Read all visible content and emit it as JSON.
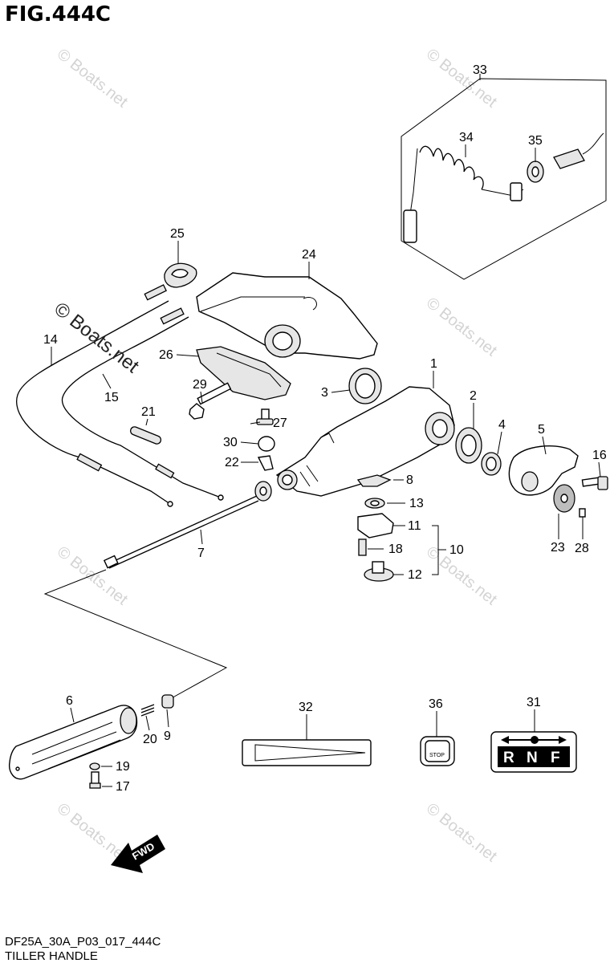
{
  "figure": {
    "title": "FIG.444C",
    "drawing_code": "DF25A_30A_P03_017_444C",
    "caption": "TILLER HANDLE"
  },
  "watermark": {
    "text": "© Boats.net"
  },
  "callouts": [
    "1",
    "2",
    "3",
    "4",
    "5",
    "6",
    "7",
    "8",
    "9",
    "10",
    "11",
    "12",
    "13",
    "14",
    "15",
    "16",
    "17",
    "18",
    "19",
    "20",
    "21",
    "22",
    "23",
    "24",
    "25",
    "26",
    "27",
    "28",
    "29",
    "30",
    "31",
    "32",
    "33",
    "34",
    "35",
    "36"
  ],
  "decals": {
    "stop_label": "STOP",
    "fwd_label": "FWD",
    "shift_letters": [
      "R",
      "N",
      "F"
    ]
  }
}
